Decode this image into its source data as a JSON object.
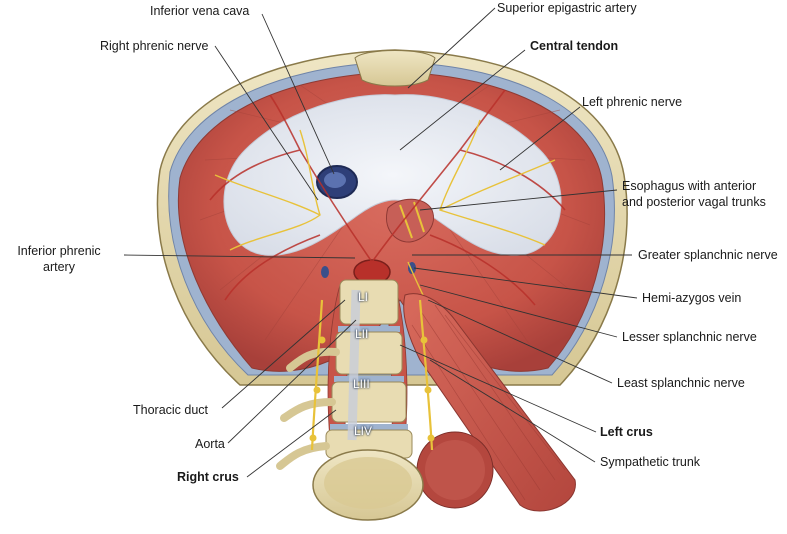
{
  "labels": {
    "inferior_vena_cava": "Inferior vena cava",
    "superior_epigastric_artery": "Superior epigastric artery",
    "right_phrenic_nerve": "Right phrenic nerve",
    "central_tendon": "Central tendon",
    "left_phrenic_nerve": "Left phrenic nerve",
    "esophagus_line1": "Esophagus with anterior",
    "esophagus_line2": "and posterior vagal trunks",
    "inferior_phrenic_line1": "Inferior phrenic",
    "inferior_phrenic_line2": "artery",
    "greater_splanchnic_nerve": "Greater splanchnic nerve",
    "hemi_azygos_vein": "Hemi-azygos vein",
    "lesser_splanchnic_nerve": "Lesser splanchnic nerve",
    "least_splanchnic_nerve": "Least splanchnic nerve",
    "thoracic_duct": "Thoracic duct",
    "aorta": "Aorta",
    "left_crus": "Left crus",
    "right_crus": "Right crus",
    "sympathetic_trunk": "Sympathetic trunk"
  },
  "vertebrae": {
    "l1": "LI",
    "l2": "LII",
    "l3": "LIII",
    "l4": "LIV"
  },
  "colors": {
    "muscle": "#c9574a",
    "tendon": "#e9ecf2",
    "cartilage": "#8fa7c8",
    "bone": "#e8dcb2",
    "nerve": "#e8c23a",
    "artery": "#b8302a",
    "vein": "#3a4f8a"
  }
}
